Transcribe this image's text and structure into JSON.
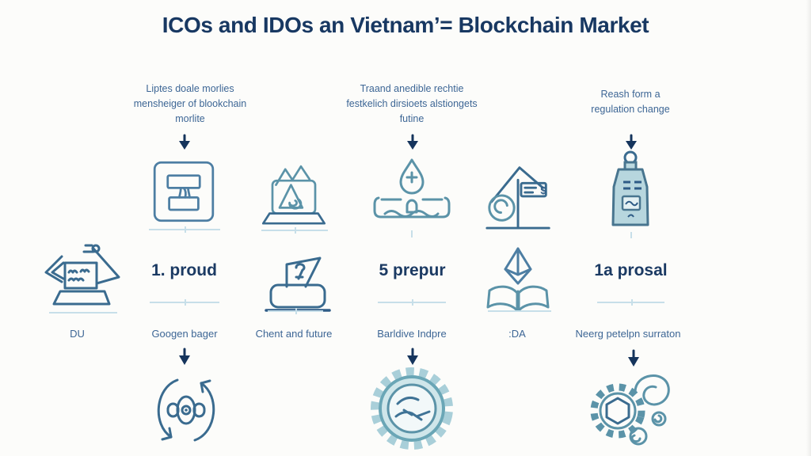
{
  "title": "ICOs and IDOs an Vietnam’= Blockchain Market",
  "notes": {
    "note1": "Liptes doale morlies\nmensheiger of blookchain\nmorlite",
    "note2": "Traand anedible rechtie\nfestkelich dirsioets alstiongets\nfutine",
    "note3": "Reash form a\nregulation change"
  },
  "steps": {
    "step1": "1. proud",
    "step2": "5 prepur",
    "step3": "1a prosal"
  },
  "labels": {
    "l1": "DU",
    "l2": "Googen bager",
    "l3": "Chent and future",
    "l4": "Barldive Indpre",
    "l5": ":DA",
    "l6": "Neerg petelpn surraton"
  },
  "icons": {
    "arrow_down": "filled down arrow ▼",
    "box_ibeam": "rounded square with i-beam shape",
    "monitor_mountain": "monitor with mountains and spiral",
    "water_drop": "water drop over wavy basin",
    "house_flag": "house roof with currency flag post",
    "bottle_device": "teal bottle device with screen",
    "laptop_docs": "laptop with documents and arrows",
    "ballot_box": "ballot box with tilted sheet",
    "diamond_book": "crystal diamond above open book",
    "refresh_cycle": "circular arrows around valve",
    "gear_globe": "teal gear ring with abstract globe",
    "gears_swirl": "gear with hexagon and swirl"
  },
  "colors": {
    "title": "#183862",
    "body_text": "#3d6695",
    "icon_stroke": "#4d7ea3",
    "icon_teal": "#5b93a8",
    "icon_fill": "#b7d6de",
    "divider": "#c7dfe9",
    "arrow": "#15345c"
  }
}
